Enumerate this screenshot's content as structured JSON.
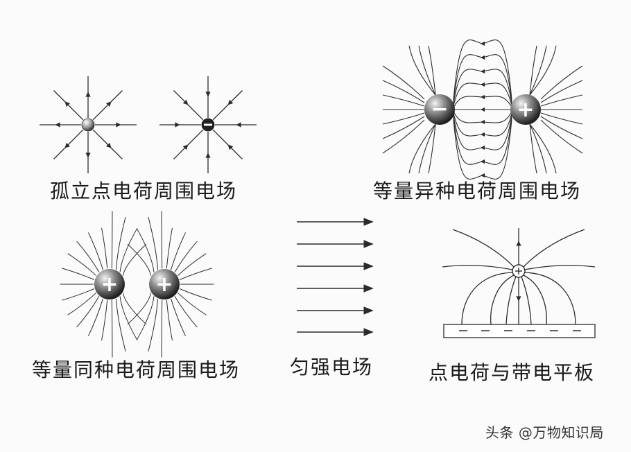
{
  "panels": {
    "isolated": {
      "caption": "孤立点电荷周围电场"
    },
    "unlike": {
      "caption": "等量异种电荷周围电场"
    },
    "like": {
      "caption": "等量同种电荷周围电场"
    },
    "uniform": {
      "caption": "匀强电场"
    },
    "plate": {
      "caption": "点电荷与带电平板"
    }
  },
  "symbols": {
    "positive": "+",
    "negative": "−"
  },
  "watermark": "头条 @万物知识局",
  "colors": {
    "line": "#2b2b2b",
    "background": "#fbfbfb"
  }
}
